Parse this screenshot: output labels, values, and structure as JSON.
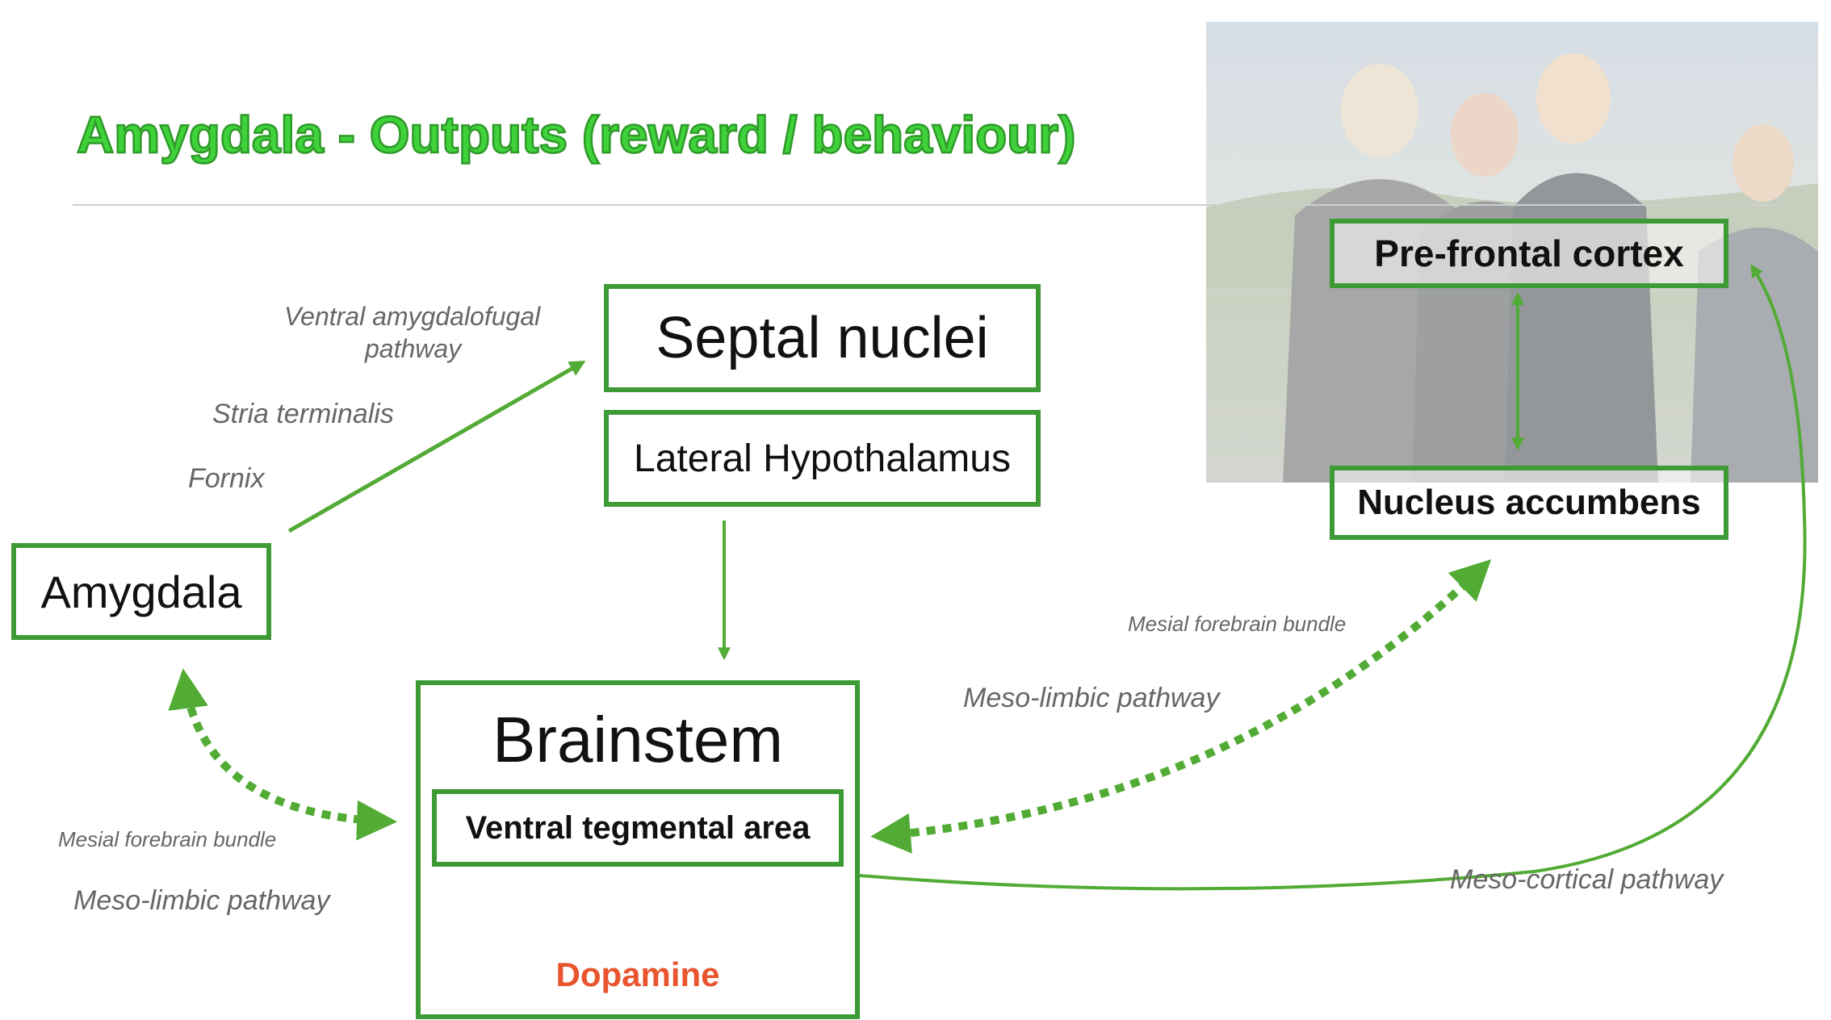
{
  "title": "Amygdala - Outputs (reward / behaviour)",
  "colors": {
    "title": "#3fd23a",
    "box_border": "#3d9a34",
    "arrow": "#52ab34",
    "dopamine": "#e8552f",
    "label": "#666666"
  },
  "boxes": {
    "septal": "Septal nuclei",
    "lateral_hypothalamus": "Lateral Hypothalamus",
    "amygdala": "Amygdala",
    "brainstem": "Brainstem",
    "vta": "Ventral tegmental area",
    "dopamine": "Dopamine",
    "prefrontal": "Pre-frontal cortex",
    "accumbens": "Nucleus accumbens"
  },
  "labels": {
    "ventral_amygdalofugal_line1": "Ventral amygdalofugal",
    "ventral_amygdalofugal_line2": "pathway",
    "stria_terminalis": "Stria terminalis",
    "fornix": "Fornix",
    "mfb_left": "Mesial forebrain bundle",
    "mesolimbic_left": "Meso-limbic pathway",
    "mfb_right": "Mesial forebrain bundle",
    "mesolimbic_right": "Meso-limbic pathway",
    "mesocortical": "Meso-cortical pathway"
  },
  "photo": {
    "description_icon": "photo-people-icon"
  }
}
